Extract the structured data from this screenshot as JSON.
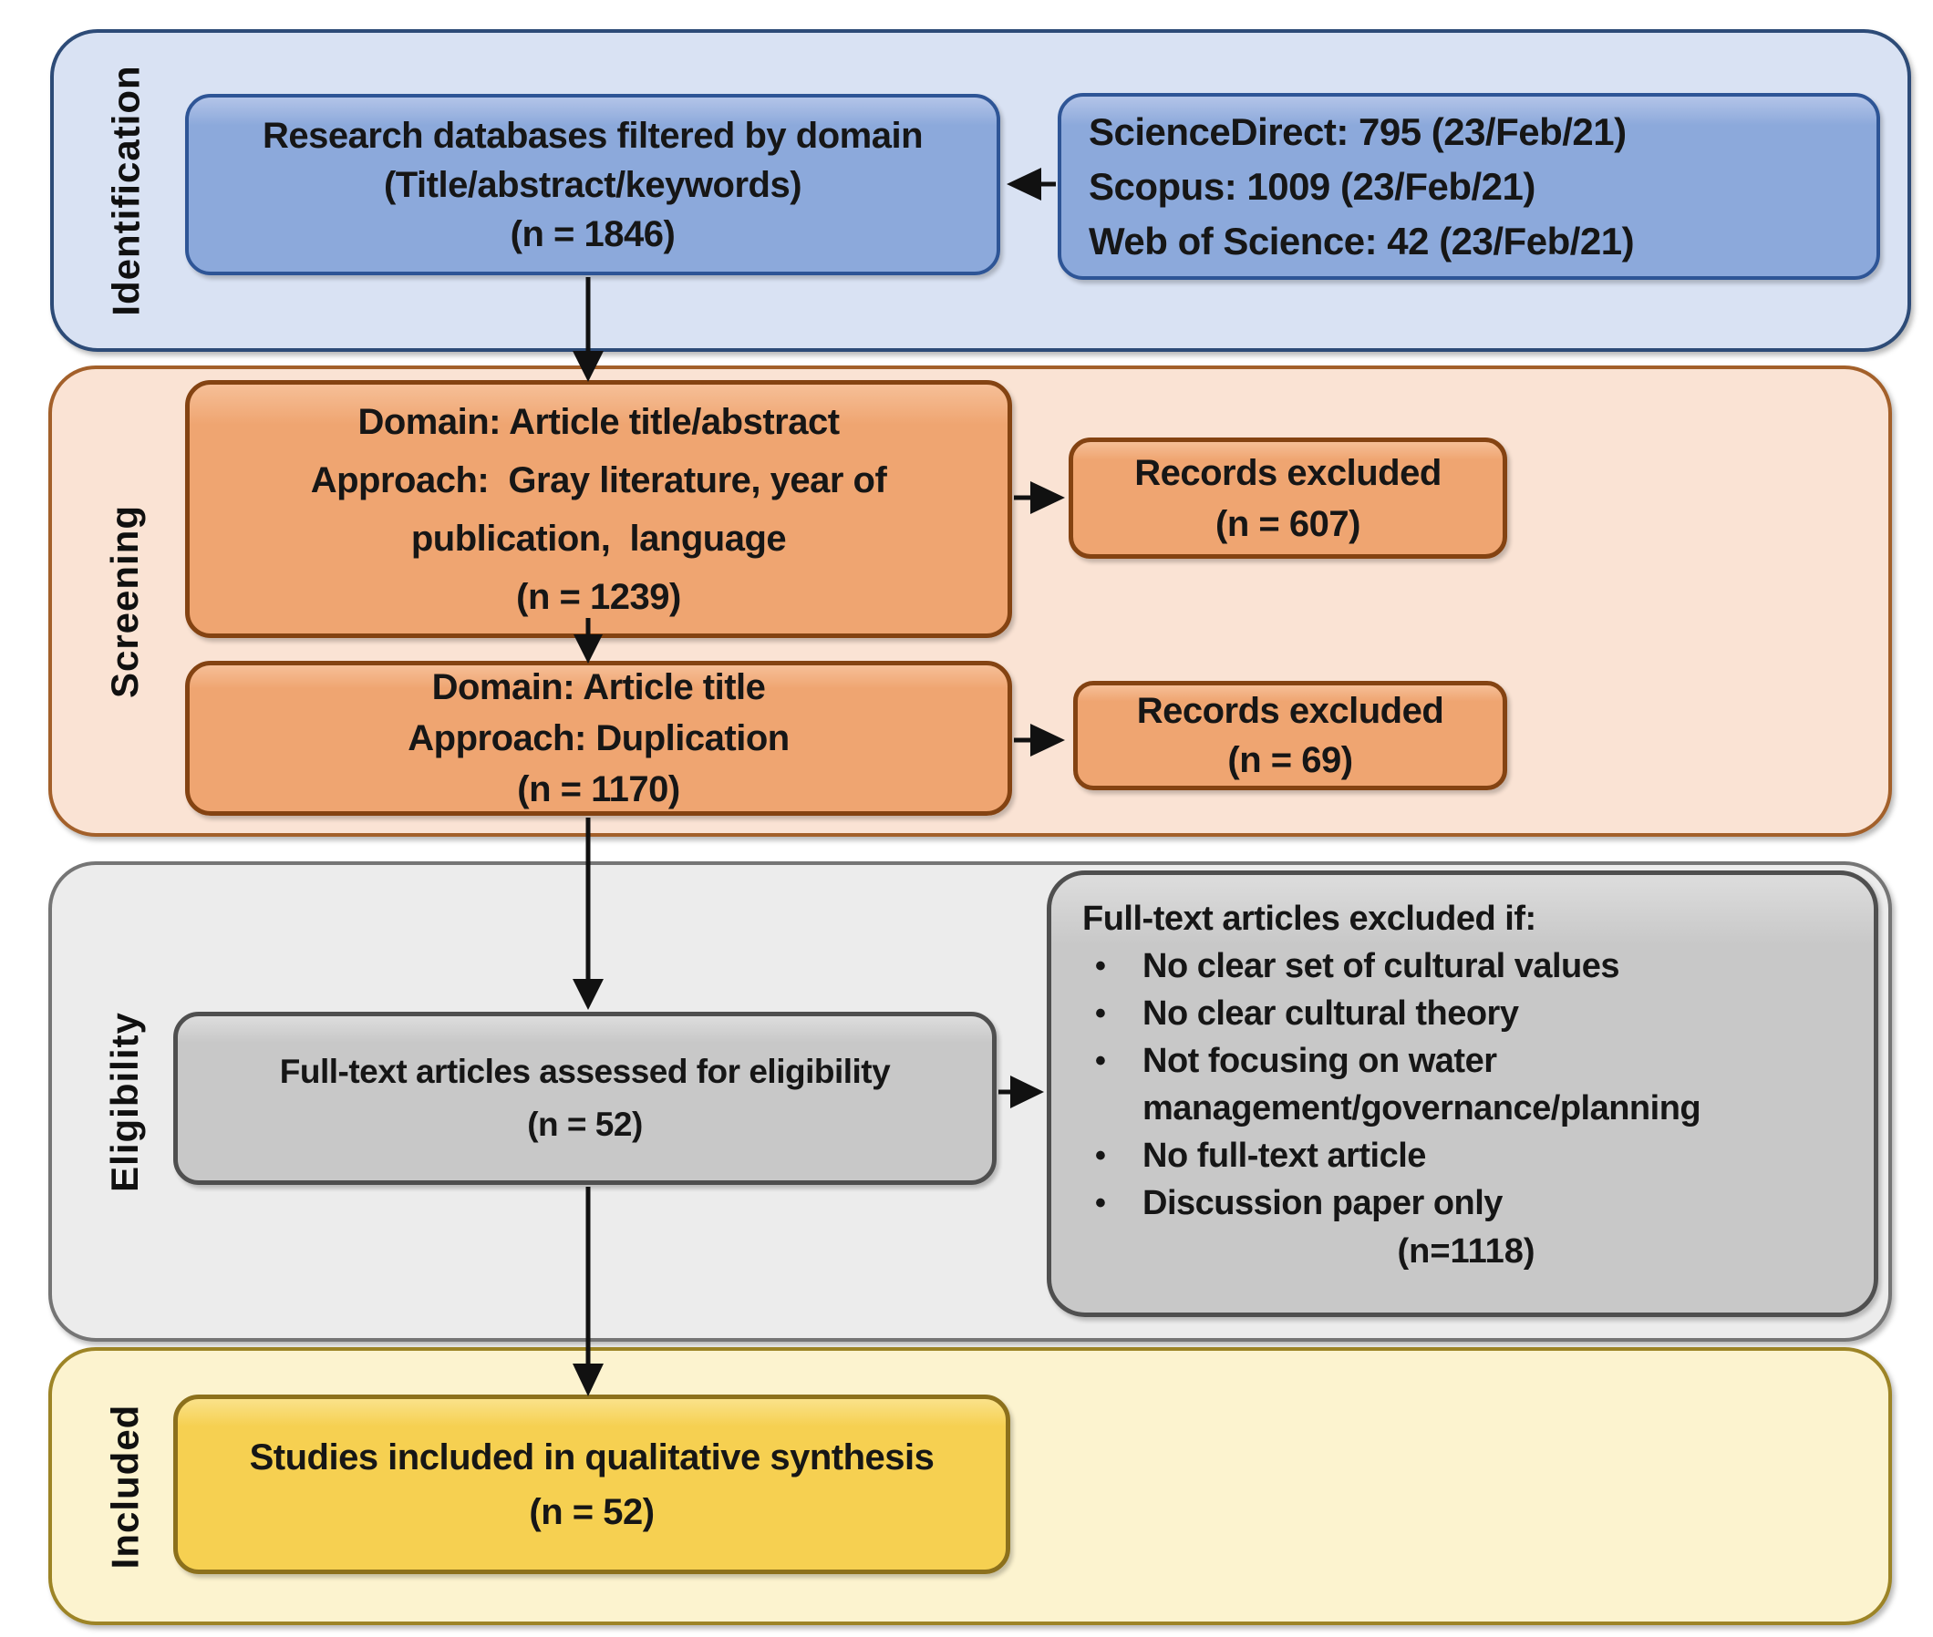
{
  "diagram": {
    "type": "prisma-flow",
    "colors": {
      "identification_bg": "#d9e2f3",
      "identification_box": "#8ca9db",
      "identification_border": "#2e5596",
      "screening_bg": "#fae3d4",
      "screening_box": "#efa571",
      "screening_border": "#844312",
      "eligibility_bg": "#ececec",
      "eligibility_box": "#c8c8c8",
      "eligibility_border": "#4f4f4f",
      "included_bg": "#fcf3cf",
      "included_box": "#f6d051",
      "included_border": "#8c701c",
      "arrow": "#111111",
      "text": "#161616"
    }
  },
  "sections": {
    "identification": {
      "label": "Identification",
      "databases_box": {
        "text": "Research databases filtered by domain\n(Title/abstract/keywords)\n(n = 1846)"
      },
      "sources_box": {
        "lines": [
          "ScienceDirect: 795 (23/Feb/21)",
          "Scopus: 1009 (23/Feb/21)",
          "Web of Science: 42 (23/Feb/21)"
        ]
      }
    },
    "screening": {
      "label": "Screening",
      "screen1_box": {
        "text": "Domain: Article title/abstract\nApproach:  Gray literature, year of\npublication,  language\n(n = 1239)"
      },
      "excluded1_box": {
        "text": "Records excluded\n(n = 607)"
      },
      "screen2_box": {
        "text": "Domain: Article title\nApproach: Duplication\n(n = 1170)"
      },
      "excluded2_box": {
        "text": "Records excluded\n(n = 69)"
      }
    },
    "eligibility": {
      "label": "Eligibility",
      "assessed_box": {
        "text": "Full-text articles assessed for eligibility\n(n = 52)"
      },
      "excluded_box": {
        "title": "Full-text articles excluded if:",
        "bullet_char": "•",
        "bullets": [
          "No clear set of cultural values",
          "No clear cultural theory",
          "Not focusing on water management/governance/planning",
          "No full-text article",
          "Discussion paper only"
        ],
        "count": "(n=1118)"
      }
    },
    "included": {
      "label": "Included",
      "included_box": {
        "text": "Studies included in qualitative synthesis\n(n = 52)"
      }
    }
  }
}
